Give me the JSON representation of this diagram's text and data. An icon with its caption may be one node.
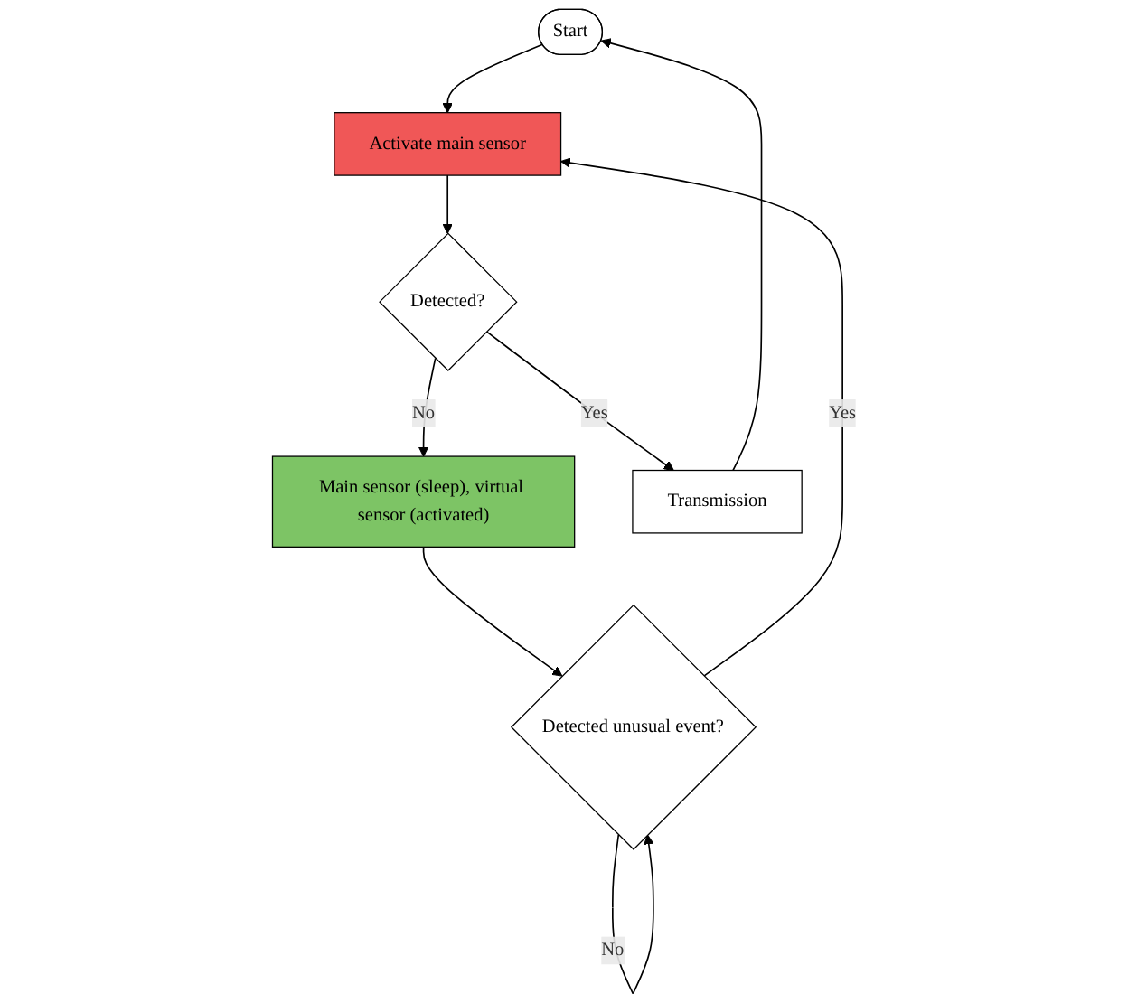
{
  "diagram": {
    "nodes": [
      {
        "text": [
          "Start"
        ]
      },
      {
        "text": [
          "Activate main sensor"
        ]
      },
      {
        "text": [
          "Detected?"
        ]
      },
      {
        "text": [
          "Main sensor (sleep), virtual sensor (activated)"
        ]
      },
      {
        "text": [
          "Detected unusual event?"
        ]
      },
      {
        "text": [
          "Transmission"
        ]
      }
    ],
    "edges": [
      {
        "from": 0,
        "to": 1,
        "arrow": "to"
      },
      {
        "from": 1,
        "to": 2,
        "arrow": "to"
      },
      {
        "from": 2,
        "to": 3,
        "arrow": "to",
        "label": "No"
      },
      {
        "from": 2,
        "to": 5,
        "arrow": "to",
        "label": "Yes"
      },
      {
        "from": 5,
        "to": 0,
        "arrow": "to"
      },
      {
        "from": 3,
        "to": 4,
        "arrow": "to"
      },
      {
        "from": 4,
        "to": 4,
        "arrow": "to",
        "label": "No"
      },
      {
        "from": 4,
        "to": 1,
        "arrow": "to",
        "label": "Yes"
      }
    ]
  }
}
